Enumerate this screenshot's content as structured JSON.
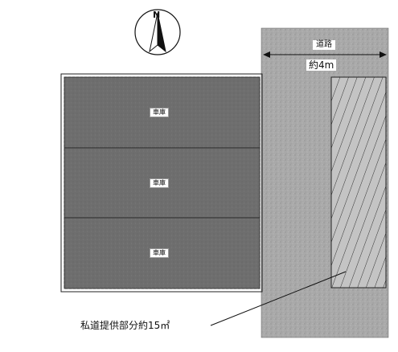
{
  "compass": {
    "north_label": "N"
  },
  "road": {
    "label": "道路",
    "width_label": "約4m"
  },
  "lots": [
    {
      "label": "車庫"
    },
    {
      "label": "車庫"
    },
    {
      "label": "車庫"
    }
  ],
  "private_road_note": "私道提供部分約15㎡",
  "colors": {
    "lot_fill": "#6e6e6e",
    "road_fill": "#a9a9a9",
    "hatch_fill": "#c4c4c4",
    "line": "#222222"
  }
}
